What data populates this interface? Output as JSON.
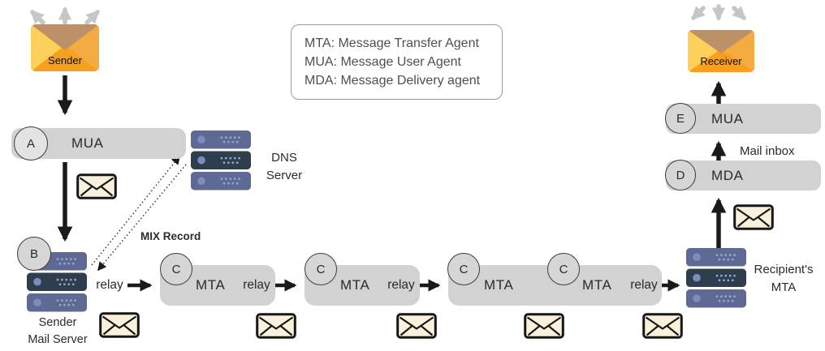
{
  "legend": {
    "lines": [
      "MTA: Message Transfer Agent",
      "MUA: Message User Agent",
      "MDA: Message Delivery agent"
    ]
  },
  "endpoints": {
    "sender": "Sender",
    "receiver": "Receiver"
  },
  "agents": {
    "mua_left": {
      "badge": "A",
      "label": "MUA"
    },
    "sender_server": {
      "badge": "B",
      "line1": "Sender",
      "line2": "Mail Server"
    },
    "dns": {
      "line1": "DNS",
      "line2": "Server"
    },
    "mta1": {
      "badge": "C",
      "label": "MTA"
    },
    "mta2": {
      "badge": "C",
      "label": "MTA"
    },
    "mta3": {
      "badge": "C",
      "label": "MTA"
    },
    "mta4": {
      "badge": "C",
      "label": "MTA"
    },
    "recipient_server": {
      "line1": "Recipient's",
      "line2": "MTA"
    },
    "mda": {
      "badge": "D",
      "label": "MDA"
    },
    "mua_right": {
      "badge": "E",
      "label": "MUA"
    }
  },
  "labels": {
    "relay": "relay",
    "mix_record": "MIX Record",
    "mail_inbox": "Mail inbox"
  },
  "colors": {
    "pill": "#d2d2d2",
    "badge_fill": "#d6d6d6",
    "badge_stroke": "#3c3c3c",
    "server_light": "#5e6a94",
    "server_dark": "#2f3e4c",
    "server_knob": "#7e8bc0",
    "server_dot": "#9aa6d6",
    "envelope_fill": "#f9f1dc",
    "envelope_stroke": "#161616",
    "mail_body": "#f6a01e",
    "mail_left": "#fcd05a",
    "mail_right": "#f3ab42",
    "mail_flap": "#bd9168",
    "arrow_black": "#1a1a1a",
    "arrow_gray": "#c6c6c6",
    "text_dark": "#2b2b2b",
    "legend_text": "#4f4f4f",
    "legend_border": "#9a9a9a"
  }
}
